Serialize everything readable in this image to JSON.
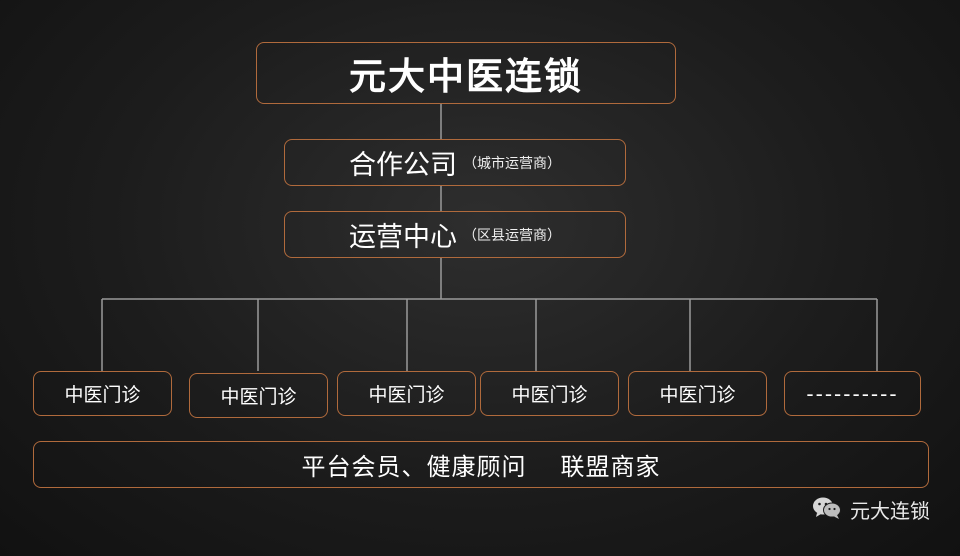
{
  "top": {
    "label": "元大中医连锁"
  },
  "level2": {
    "label": "合作公司",
    "note": "（城市运营商）"
  },
  "level3": {
    "label": "运营中心",
    "note": "（区县运营商）"
  },
  "clinics": [
    {
      "label": "中医门诊"
    },
    {
      "label": "中医门诊"
    },
    {
      "label": "中医门诊"
    },
    {
      "label": "中医门诊"
    },
    {
      "label": "中医门诊"
    },
    {
      "label": "----------"
    }
  ],
  "bottom": {
    "left": "平台会员、健康顾问",
    "right": "联盟商家"
  },
  "watermark": {
    "text": "元大连锁",
    "icon": "wechat-icon"
  },
  "colors": {
    "border": "#b06a3c",
    "line": "#9a9a9a",
    "background": "#1c1c1c",
    "text": "#ffffff"
  }
}
